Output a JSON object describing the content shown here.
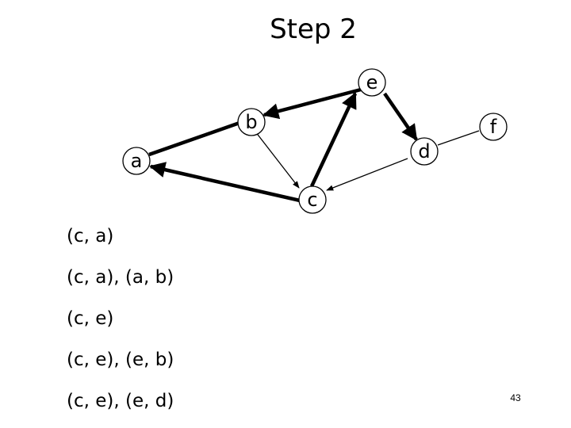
{
  "slide": {
    "title": "Step 2",
    "page_number": "43"
  },
  "graph": {
    "nodes": [
      {
        "id": "e",
        "label": "e"
      },
      {
        "id": "b",
        "label": "b"
      },
      {
        "id": "f",
        "label": "f"
      },
      {
        "id": "a",
        "label": "a"
      },
      {
        "id": "d",
        "label": "d"
      },
      {
        "id": "c",
        "label": "c"
      }
    ],
    "edges": [
      {
        "from": "e",
        "to": "b",
        "bold": true
      },
      {
        "from": "b",
        "to": "a",
        "bold": true
      },
      {
        "from": "e",
        "to": "d",
        "bold": true
      },
      {
        "from": "c",
        "to": "a",
        "bold": true
      },
      {
        "from": "c",
        "to": "e",
        "bold": true
      },
      {
        "from": "b",
        "to": "c",
        "bold": false
      },
      {
        "from": "d",
        "to": "c",
        "bold": false
      },
      {
        "from": "d",
        "to": "f",
        "bold": false
      }
    ]
  },
  "paths": [
    "(c, a)",
    "(c, a), (a, b)",
    "(c, e)",
    "(c, e), (e, b)",
    "(c, e), (e, d)"
  ]
}
